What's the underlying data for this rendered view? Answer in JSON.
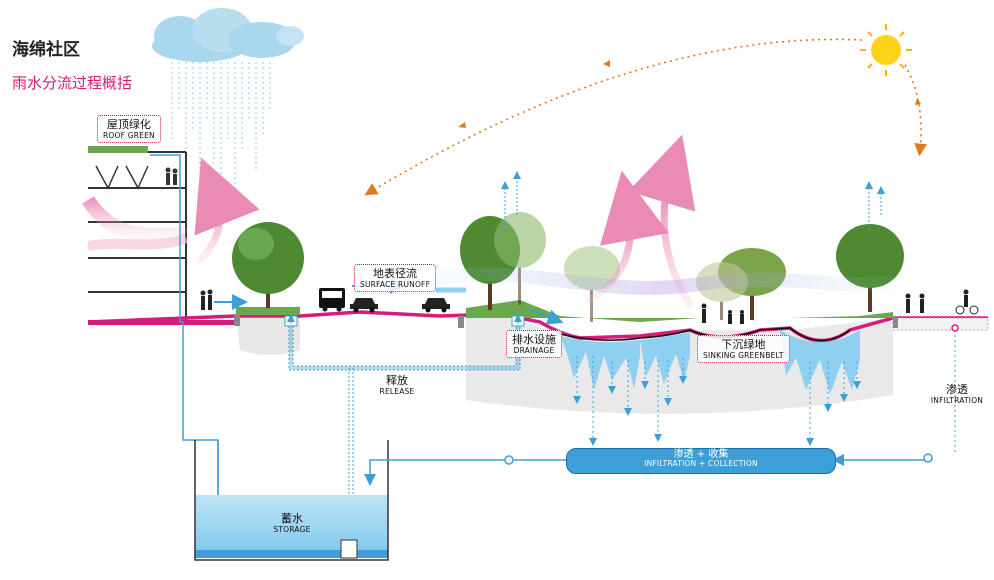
{
  "title": "海绵社区",
  "subtitle": "雨水分流过程概括",
  "labels": {
    "roof_green": {
      "cn": "屋顶绿化",
      "en": "ROOF GREEN"
    },
    "surface_runoff": {
      "cn": "地表径流",
      "en": "SURFACE RUNOFF"
    },
    "drainage": {
      "cn": "排水设施",
      "en": "DRAINAGE"
    },
    "sinking_greenbelt": {
      "cn": "下沉绿地",
      "en": "SINKING GREENBELT"
    },
    "release": {
      "cn": "释放",
      "en": "RELEASE"
    },
    "infiltration": {
      "cn": "渗透",
      "en": "INFILTRATION"
    },
    "infiltration_collection": {
      "cn": "渗透 + 收集",
      "en": "INFILTRATION + COLLECTION"
    },
    "storage": {
      "cn": "蓄水",
      "en": "STORAGE"
    }
  },
  "colors": {
    "pipe_blue": "#3d9fd7",
    "accent_magenta": "#d81b7a",
    "evaporation_arrow": "#e07a1f",
    "ground_gray": "#e8e8e8",
    "tree_green": "#4e8a32",
    "water": "#8fd0f0",
    "sun": "#ffd21a"
  },
  "icons": [
    "cloud-icon",
    "sun-icon",
    "car-icon",
    "bus-icon",
    "tree-icon",
    "person-icon"
  ]
}
